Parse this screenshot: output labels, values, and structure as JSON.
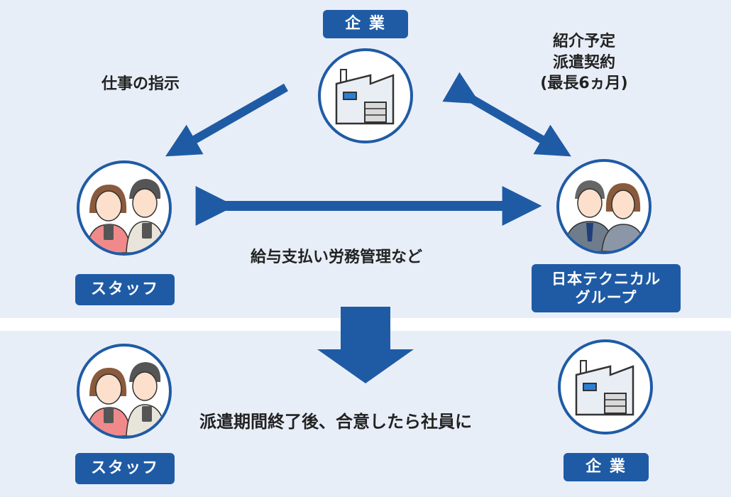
{
  "top": {
    "company_tag": "企 業",
    "staff_tag": "スタッフ",
    "group_tag_line1": "日本テクニカル",
    "group_tag_line2": "グループ",
    "instruction_text": "仕事の指示",
    "contract_line1": "紹介予定",
    "contract_line2": "派遣契約",
    "contract_line3": "(最長6ヵ月)",
    "payroll_text": "給与支払い労務管理など"
  },
  "bottom": {
    "staff_tag": "スタッフ",
    "company_tag": "企 業",
    "hire_text": "派遣期間終了後、合意したら社員に"
  },
  "colors": {
    "accent": "#1f5ba5",
    "background": "#e8eef8",
    "text": "#222222"
  },
  "icons": {
    "company": "factory-icon",
    "staff": "staff-couple-icon",
    "group": "business-people-icon"
  }
}
